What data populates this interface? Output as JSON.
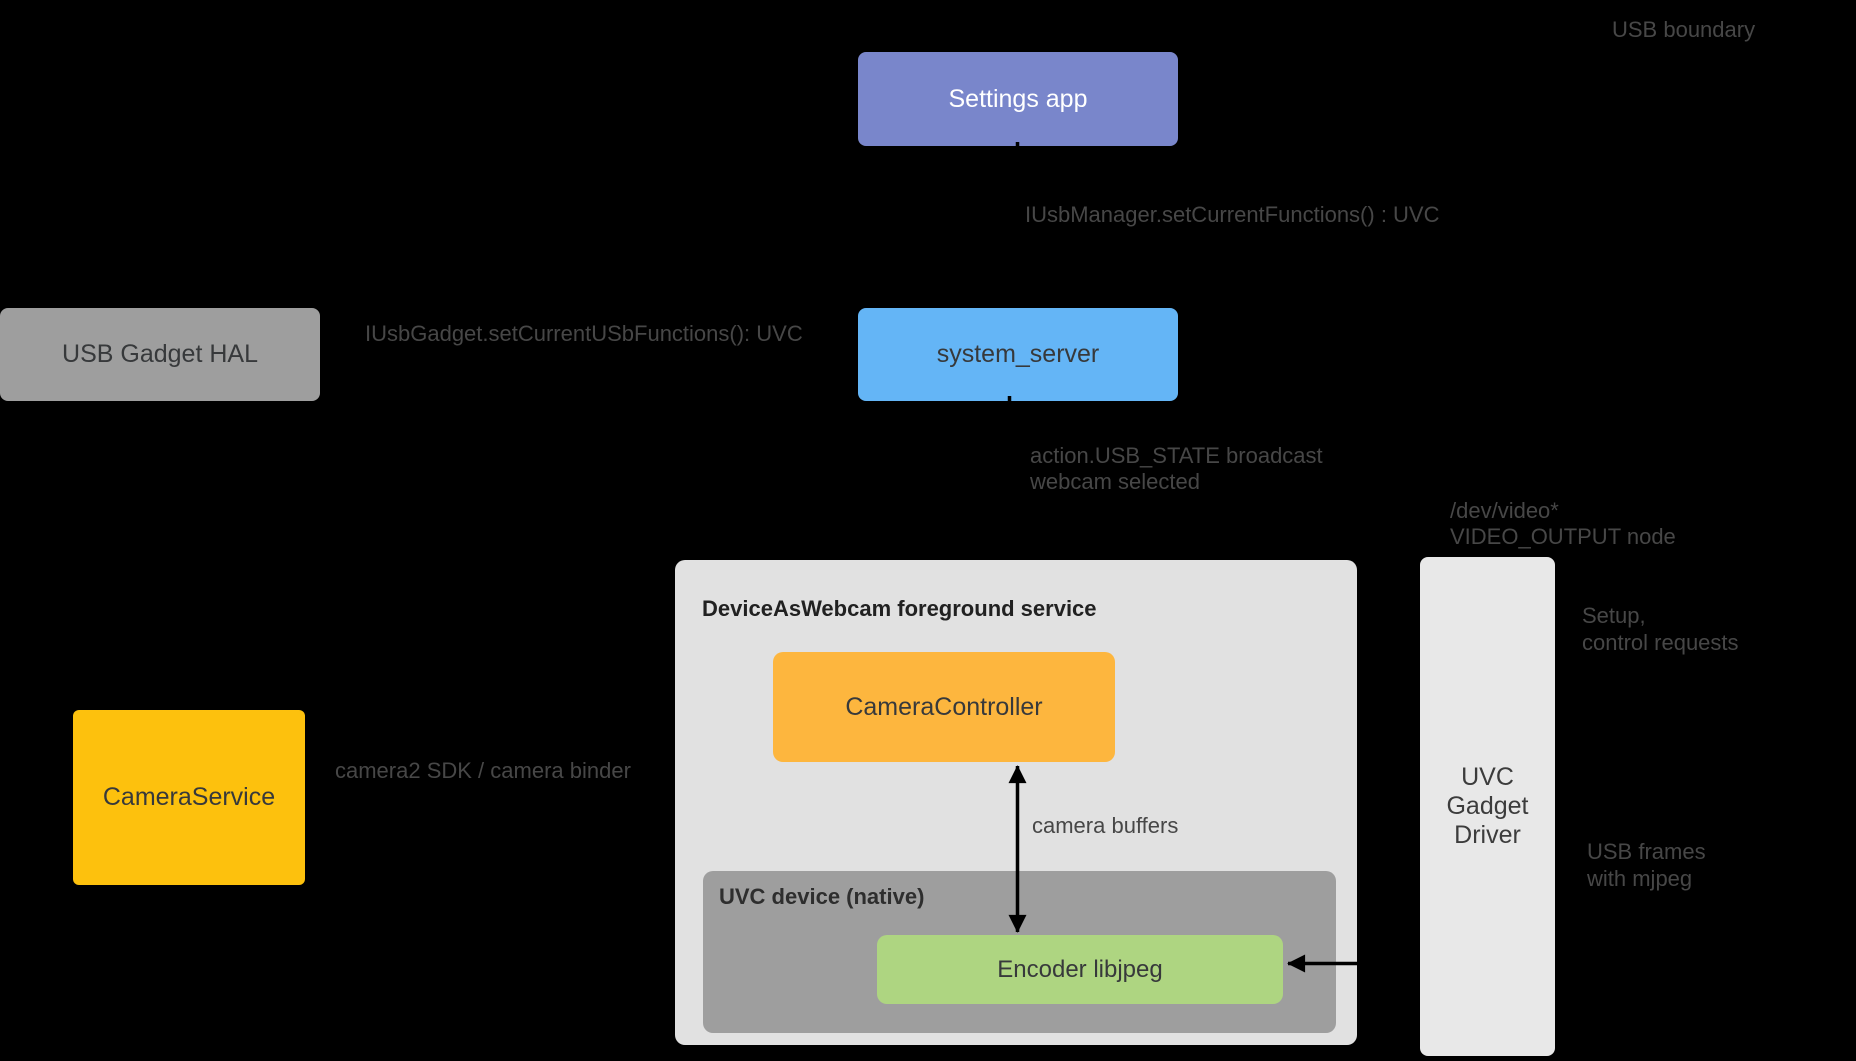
{
  "diagram": {
    "title_note": "USB boundary",
    "nodes": {
      "settings_app": {
        "label": "Settings app",
        "color": "#7986CB",
        "text_color": "#FFFFFF"
      },
      "usb_gadget_hal": {
        "label": "USB Gadget HAL",
        "color": "#9E9E9E",
        "text_color": "#37393B"
      },
      "system_server": {
        "label": "system_server",
        "color": "#64B5F6",
        "text_color": "#37393B"
      },
      "device_as_webcam": {
        "label": "DeviceAsWebcam foreground service",
        "color": "#E1E1E1",
        "text_color": "#212121"
      },
      "camera_controller": {
        "label": "CameraController",
        "color": "#FDB63E",
        "text_color": "#37393B"
      },
      "uvc_device": {
        "label": "UVC device (native)",
        "color": "#9E9E9E",
        "text_color": "#2E2E2E"
      },
      "encoder": {
        "label": "Encoder libjpeg",
        "color": "#AED581",
        "text_color": "#37393B"
      },
      "camera_service": {
        "label": "CameraService",
        "color": "#FDC10D",
        "text_color": "#37393B"
      },
      "uvc_gadget_driver": {
        "label": "UVC Gadget Driver",
        "lines": [
          "UVC",
          "Gadget",
          "Driver"
        ],
        "color": "#E8E8E8",
        "text_color": "#3C3C3C"
      }
    },
    "annotations": {
      "usb_boundary": "USB boundary",
      "iusbmanager": "IUsbManager.setCurrentFunctions() : UVC",
      "iusbgadget": "IUsbGadget.setCurrentUSbFunctions(): UVC",
      "usb_state": [
        "action.USB_STATE broadcast",
        "webcam selected"
      ],
      "dev_video": [
        "/dev/video*",
        "VIDEO_OUTPUT node"
      ],
      "setup_control": [
        "Setup,",
        "control requests"
      ],
      "camera2_sdk": "camera2 SDK / camera binder",
      "camera_buffers": "camera buffers",
      "usb_frames": [
        "USB frames",
        "with mjpeg"
      ]
    },
    "connections": [
      {
        "from": "settings_app",
        "to": "system_server",
        "label": "IUsbManager.setCurrentFunctions() : UVC",
        "direction": "down"
      },
      {
        "from": "system_server",
        "to": "usb_gadget_hal",
        "label": "IUsbGadget.setCurrentUSbFunctions(): UVC",
        "direction": "left"
      },
      {
        "from": "system_server",
        "to": "device_as_webcam",
        "label": "action.USB_STATE broadcast webcam selected",
        "direction": "down"
      },
      {
        "from": "camera_service",
        "to": "device_as_webcam",
        "label": "camera2 SDK / camera binder",
        "direction": "horizontal"
      },
      {
        "from": "camera_controller",
        "to": "encoder",
        "label": "camera buffers",
        "direction": "both"
      },
      {
        "from": "uvc_gadget_driver",
        "to": "encoder",
        "label": "",
        "direction": "left"
      }
    ],
    "arrow_color": "#000000",
    "background_color": "#000000"
  }
}
